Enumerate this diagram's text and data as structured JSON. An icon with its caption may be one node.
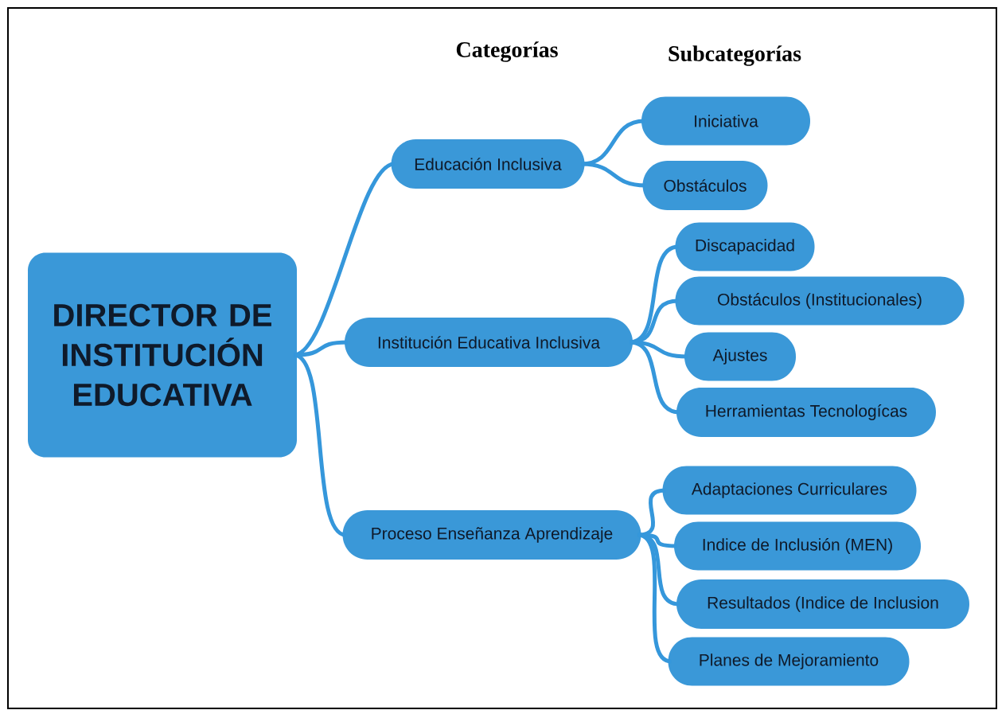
{
  "diagram": {
    "nodes": [
      {
        "text": [
          "DIRECTOR DE INSTITUCIÓN EDUCATIVA"
        ]
      },
      {
        "text": [
          "Educación Inclusiva"
        ]
      },
      {
        "text": [
          "Iniciativa"
        ]
      },
      {
        "text": [
          "Obstáculos"
        ]
      },
      {
        "text": [
          "Institución Educativa Inclusiva"
        ]
      },
      {
        "text": [
          "Discapacidad"
        ]
      },
      {
        "text": [
          "Obstáculos (Institucionales)"
        ]
      },
      {
        "text": [
          "Ajustes"
        ]
      },
      {
        "text": [
          "Herramientas Tecnologícas"
        ]
      },
      {
        "text": [
          "Proceso Enseñanza Aprendizaje"
        ]
      },
      {
        "text": [
          "Adaptaciones Curriculares"
        ]
      },
      {
        "text": [
          "Indice de Inclusión (MEN)"
        ]
      },
      {
        "text": [
          "Resultados (Indice de Inclusion"
        ]
      },
      {
        "text": [
          "Planes de Mejoramiento"
        ]
      }
    ],
    "edges": [
      {
        "from": 0,
        "to": 1,
        "arrow": "none"
      },
      {
        "from": 0,
        "to": 4,
        "arrow": "none"
      },
      {
        "from": 0,
        "to": 9,
        "arrow": "none"
      },
      {
        "from": 1,
        "to": 2,
        "arrow": "none"
      },
      {
        "from": 1,
        "to": 3,
        "arrow": "none"
      },
      {
        "from": 4,
        "to": 5,
        "arrow": "none"
      },
      {
        "from": 4,
        "to": 6,
        "arrow": "none"
      },
      {
        "from": 4,
        "to": 7,
        "arrow": "none"
      },
      {
        "from": 4,
        "to": 8,
        "arrow": "none"
      },
      {
        "from": 9,
        "to": 10,
        "arrow": "none"
      },
      {
        "from": 9,
        "to": 11,
        "arrow": "none"
      },
      {
        "from": 9,
        "to": 12,
        "arrow": "none"
      },
      {
        "from": 9,
        "to": 13,
        "arrow": "none"
      }
    ],
    "labels": [
      "Categorías",
      "Subcategorías"
    ]
  }
}
